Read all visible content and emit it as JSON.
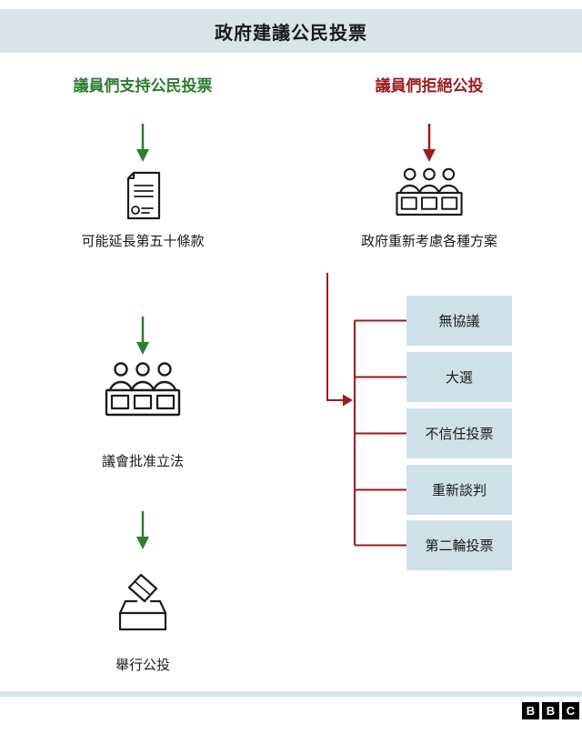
{
  "title": "政府建議公民投票",
  "left": {
    "heading": "議員們支持公民投票",
    "steps": [
      {
        "icon": "document-icon",
        "label": "可能延長第五十條款"
      },
      {
        "icon": "parliament-icon",
        "label": "議會批准立法"
      },
      {
        "icon": "ballot-box-icon",
        "label": "舉行公投"
      }
    ]
  },
  "right": {
    "heading": "議員們拒絕公投",
    "step": {
      "icon": "parliament-icon",
      "label": "政府重新考慮各種方案"
    },
    "options": [
      "無協議",
      "大選",
      "不信任投票",
      "重新談判",
      "第二輪投票"
    ]
  },
  "footer": {
    "logo_letters": [
      "B",
      "B",
      "C"
    ]
  },
  "colors": {
    "green": "#2e7d32",
    "red": "#9a1c1c",
    "header_bg": "#d9e4e7",
    "box_bg": "#cee1e8",
    "ink": "#1a1a1a"
  }
}
